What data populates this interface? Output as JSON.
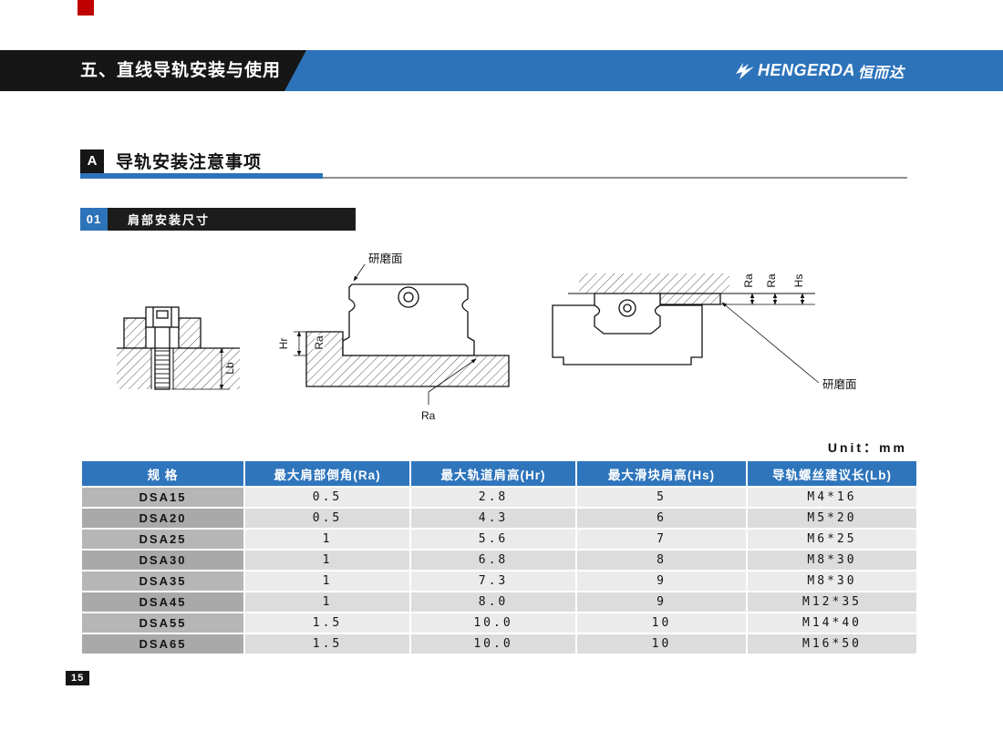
{
  "page": {
    "number": "15"
  },
  "header": {
    "chapter_title": "五、直线导轨安装与使用",
    "brand_name": "HENGERDA",
    "brand_cn": "恒而达"
  },
  "section": {
    "badge": "A",
    "title": "导轨安装注意事项"
  },
  "subsection": {
    "number": "01",
    "title": "肩部安装尺寸"
  },
  "diagram": {
    "unit_label": "Unit：mm",
    "ground_label_mid": "研磨面",
    "ground_label_right": "研磨面",
    "dim_lb": "Lb",
    "dim_hr": "Hr",
    "dim_ra_mid_left": "Ra",
    "dim_ra_mid_bottom": "Ra",
    "dim_ra_right_1": "Ra",
    "dim_ra_right_2": "Ra",
    "dim_hs": "Hs"
  },
  "table": {
    "headers": [
      "规  格",
      "最大肩部倒角(Ra)",
      "最大轨道肩高(Hr)",
      "最大滑块肩高(Hs)",
      "导轨螺丝建议长(Lb)"
    ],
    "rows": [
      [
        "DSA15",
        "0.5",
        "2.8",
        "5",
        "M4*16"
      ],
      [
        "DSA20",
        "0.5",
        "4.3",
        "6",
        "M5*20"
      ],
      [
        "DSA25",
        "1",
        "5.6",
        "7",
        "M6*25"
      ],
      [
        "DSA30",
        "1",
        "6.8",
        "8",
        "M8*30"
      ],
      [
        "DSA35",
        "1",
        "7.3",
        "9",
        "M8*30"
      ],
      [
        "DSA45",
        "1",
        "8.0",
        "9",
        "M12*35"
      ],
      [
        "DSA55",
        "1.5",
        "10.0",
        "10",
        "M14*40"
      ],
      [
        "DSA65",
        "1.5",
        "10.0",
        "10",
        "M16*50"
      ]
    ]
  },
  "colors": {
    "accent_blue": "#2d73ba",
    "table_header_blue": "#2e75bc",
    "header_bar_black": "#161616",
    "red_mark": "#c00000",
    "spec_column_gray": "#b3b3b3",
    "row_gray_light": "#ebebeb",
    "row_gray_dark": "#dcdcdc"
  }
}
